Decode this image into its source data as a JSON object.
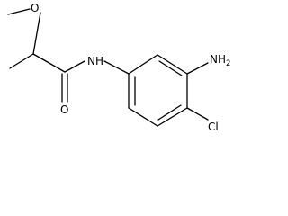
{
  "molecule": {
    "atoms": {
      "methoxy_o": "O",
      "amide_o": "O",
      "amide_n": "N",
      "amine_n": "N",
      "amine_h": "H",
      "amine_h_count": "2",
      "chlorine": "Cl"
    },
    "colors": {
      "bond": "#000000",
      "label": "#000000",
      "background": "#ffffff"
    }
  }
}
